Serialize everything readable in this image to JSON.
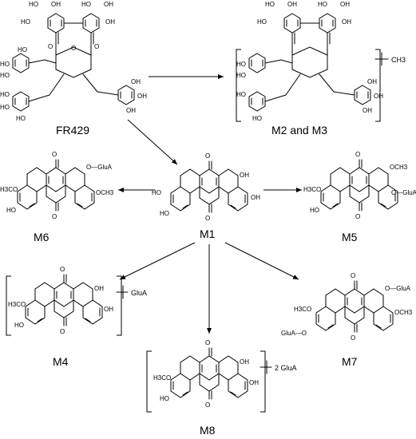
{
  "compounds": {
    "fr429": "FR429",
    "m2m3": "M2 and M3",
    "m1": "M1",
    "m4": "M4",
    "m5": "M5",
    "m6": "M6",
    "m7": "M7",
    "m8": "M8"
  },
  "annotations": {
    "methyl": "CH3",
    "glua": "GluA",
    "two_glua": "2 GluA"
  },
  "atoms": {
    "oh": "OH",
    "ho": "HO",
    "och3": "OCH3",
    "h3co": "H3CO",
    "o": "O",
    "o_glua": "O—GluA",
    "glua_o": "GluA—O"
  }
}
